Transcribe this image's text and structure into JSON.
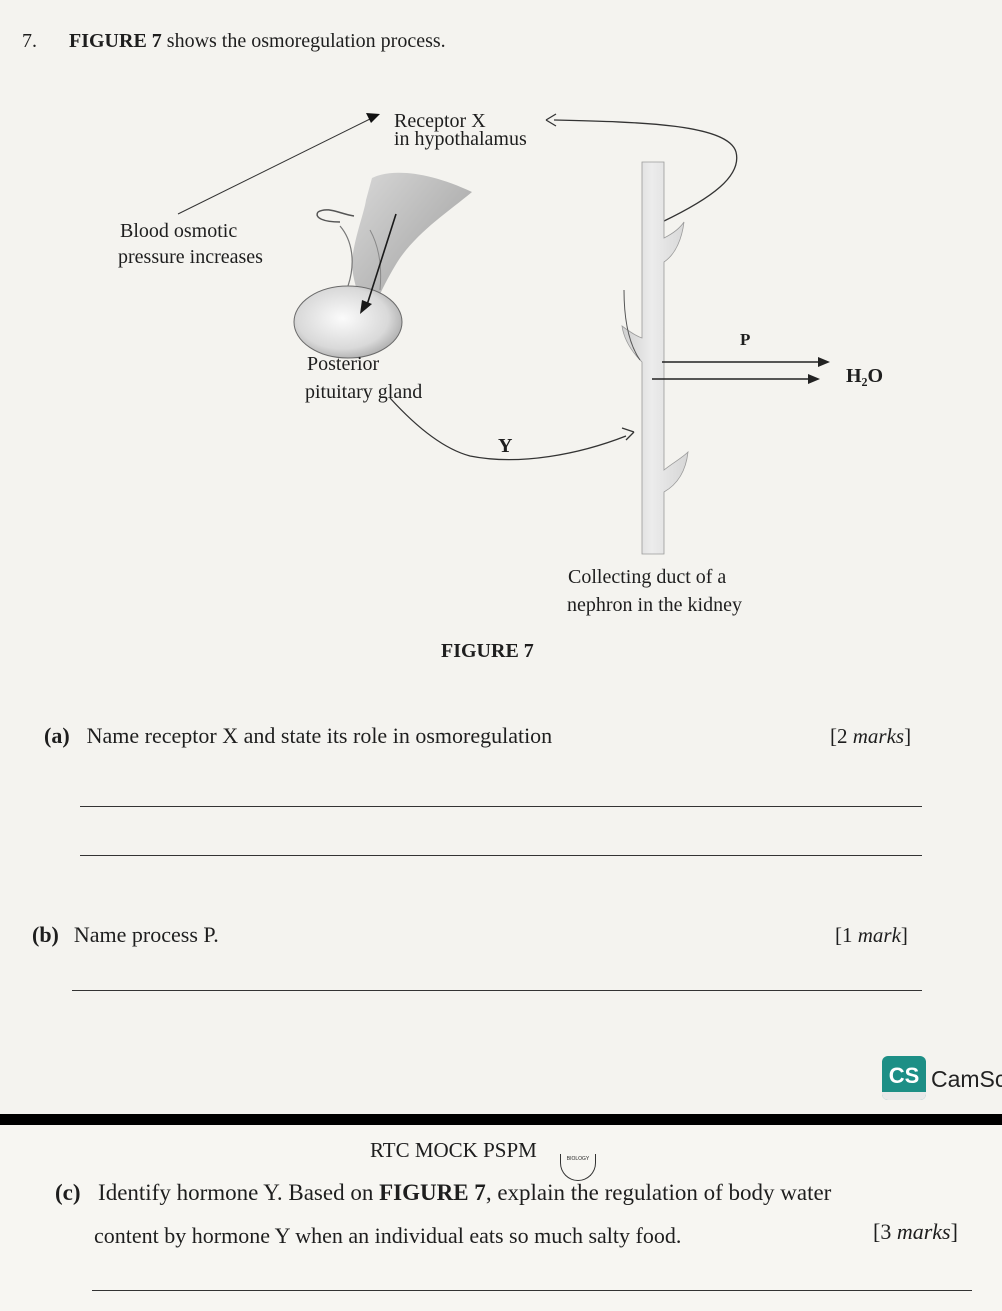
{
  "question": {
    "number": "7.",
    "figure_ref": "FIGURE 7",
    "intro_rest": "shows the osmoregulation process."
  },
  "figure": {
    "labels": {
      "receptor_line1": "Receptor X",
      "receptor_line2": "in hypothalamus",
      "blood_line1": "Blood osmotic",
      "blood_line2": "pressure increases",
      "pituitary_line1": "Posterior",
      "pituitary_line2": "pituitary gland",
      "hormone": "Y",
      "process": "P",
      "water": "H₂O",
      "duct_line1": "Collecting duct of a",
      "duct_line2": "nephron in the kidney"
    },
    "caption": "FIGURE 7"
  },
  "parts": {
    "a": {
      "label": "(a)",
      "text": "Name receptor X and state its role in osmoregulation",
      "marks_num": "[2",
      "marks_word": "marks",
      "marks_close": "]"
    },
    "b": {
      "label": "(b)",
      "text": "Name process P.",
      "marks_num": "[1",
      "marks_word": "mark",
      "marks_close": "]"
    },
    "c": {
      "label": "(c)",
      "text_a": "Identify hormone Y. Based on",
      "figure_ref": "FIGURE 7",
      "text_b": ", explain the regulation of body water",
      "line2": "content by hormone Y when an individual eats so much salty food.",
      "marks_num": "[3",
      "marks_word": "marks",
      "marks_close": "]"
    }
  },
  "watermark": {
    "logo": "CS",
    "text": "CamSc"
  },
  "footer": {
    "header_text": "RTC MOCK PSPM",
    "badge_text": "BIOLOGY"
  }
}
